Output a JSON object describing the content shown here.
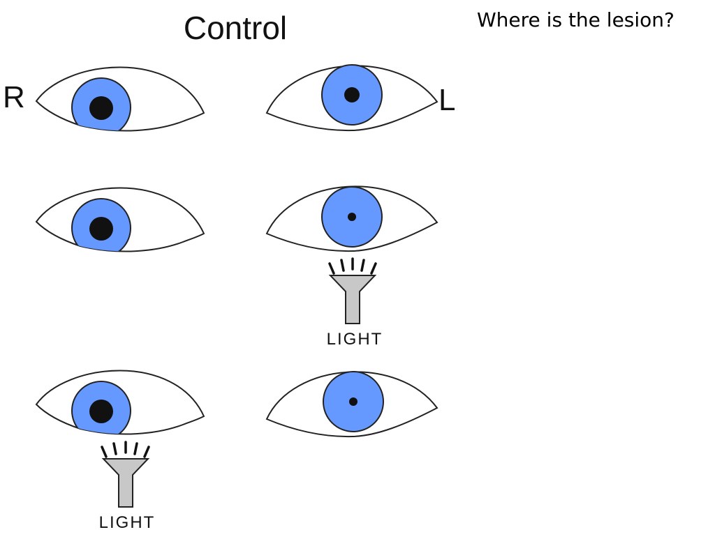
{
  "slide": {
    "title": "Control",
    "question": "Where is the lesion?"
  },
  "diagram": {
    "right_label": "R",
    "left_label": "L",
    "light_label": "LIGHT",
    "rows": [
      {
        "right_eye": {
          "pupil": "dilated",
          "gaze": "down-out"
        },
        "left_eye": {
          "pupil": "medium",
          "gaze": "center"
        },
        "light": "none"
      },
      {
        "right_eye": {
          "pupil": "dilated",
          "gaze": "down-out"
        },
        "left_eye": {
          "pupil": "constricted",
          "gaze": "center"
        },
        "light": "left eye"
      },
      {
        "right_eye": {
          "pupil": "dilated",
          "gaze": "down-out"
        },
        "left_eye": {
          "pupil": "constricted",
          "gaze": "center"
        },
        "light": "right eye"
      }
    ]
  },
  "colors": {
    "iris": "#6699ff",
    "pupil": "#111111",
    "outline": "#222222",
    "flashlight_body": "#c8c8c8"
  }
}
